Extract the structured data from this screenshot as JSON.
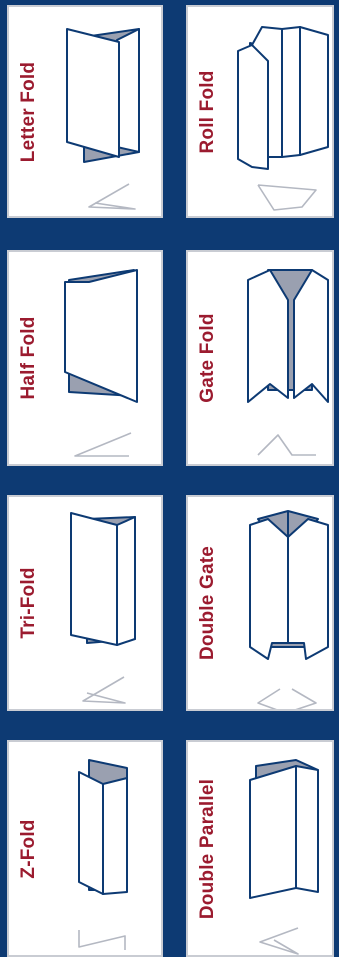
{
  "colors": {
    "background": "#0d3a73",
    "label": "#9b1b2f",
    "panel_stroke": "#0d3a73",
    "panel_shade": "#9aa0b0",
    "glyph": "#b4b8c2"
  },
  "folds": [
    {
      "label": "Letter Fold"
    },
    {
      "label": "Roll Fold"
    },
    {
      "label": "Half Fold"
    },
    {
      "label": "Gate Fold"
    },
    {
      "label": "Tri-Fold"
    },
    {
      "label": "Double Gate"
    },
    {
      "label": "Z-Fold"
    },
    {
      "label": "Double Parallel"
    }
  ]
}
